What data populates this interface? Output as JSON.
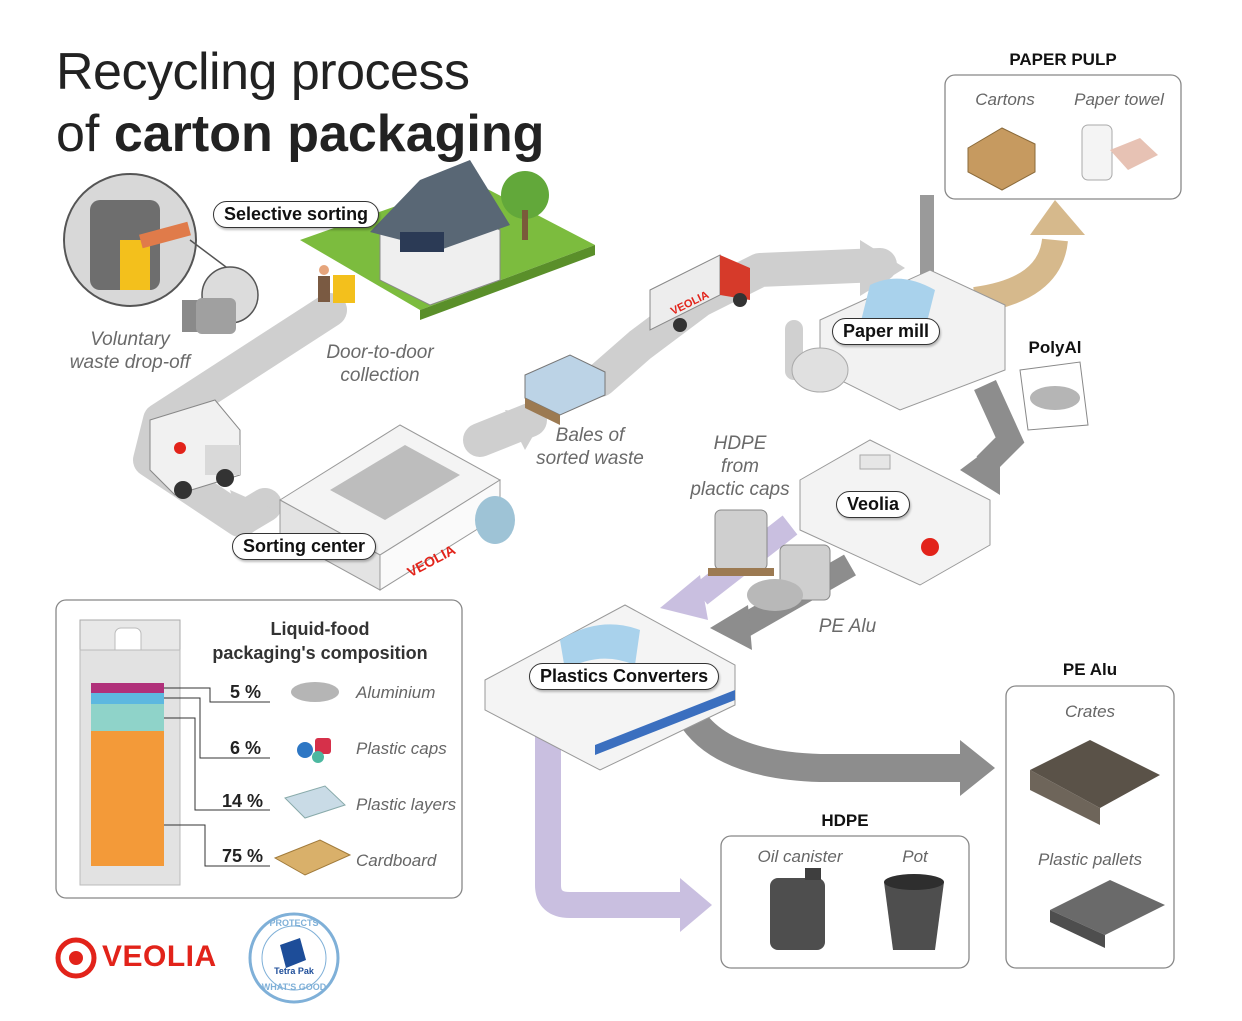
{
  "title": {
    "line1": "Recycling process",
    "line2_prefix": "of ",
    "line2_bold": "carton packaging"
  },
  "labels": {
    "selective_sorting": "Selective sorting",
    "voluntary_drop_off": "Voluntary\nwaste drop-off",
    "door_to_door": "Door-to-door\ncollection",
    "sorting_center": "Sorting center",
    "bales": "Bales of\nsorted waste",
    "paper_mill": "Paper mill",
    "polyal": "PolyAl",
    "hdpe_from_caps": "HDPE\nfrom\nplactic caps",
    "veolia_plant": "Veolia",
    "pe_alu_flow": "PE Alu",
    "plastics_converters": "Plastics Converters"
  },
  "truck_brand": "VEOLIA",
  "outputs": {
    "paper_pulp": {
      "title": "PAPER PULP",
      "items": [
        "Cartons",
        "Paper towel"
      ]
    },
    "pe_alu": {
      "title": "PE Alu",
      "items": [
        "Crates",
        "Plastic pallets"
      ]
    },
    "hdpe": {
      "title": "HDPE",
      "items": [
        "Oil canister",
        "Pot"
      ]
    }
  },
  "composition": {
    "title": "Liquid-food\npackaging's composition",
    "rows": [
      {
        "pct": "5 %",
        "label": "Aluminium",
        "color": "#b0307a"
      },
      {
        "pct": "6 %",
        "label": "Plastic caps",
        "color": "#5db8e0"
      },
      {
        "pct": "14 %",
        "label": "Plastic layers",
        "color": "#8fd3c9"
      },
      {
        "pct": "75 %",
        "label": "Cardboard",
        "color": "#f39a39"
      }
    ]
  },
  "logos": {
    "veolia": "VEOLIA",
    "tetra_top": "PROTECTS",
    "tetra_bottom": "WHAT'S GOOD",
    "tetra_brand": "Tetra Pak"
  },
  "colors": {
    "flow_gray": "#c8c8c8",
    "dark_arrow": "#8d8d8d",
    "pulp_arrow": "#d6b98c",
    "hdpe_arrow": "#c9bfe0",
    "veolia_red": "#e2231a",
    "grass": "#7cbc3e"
  }
}
